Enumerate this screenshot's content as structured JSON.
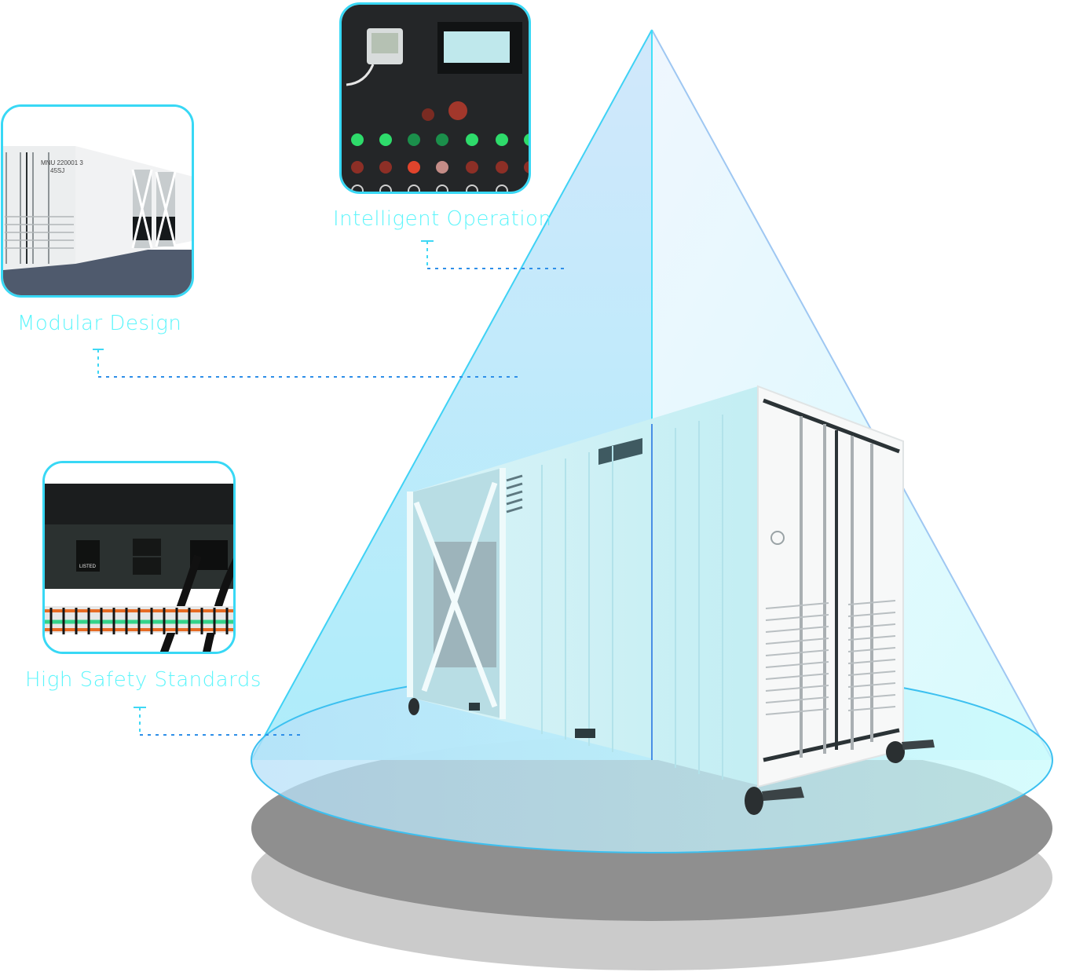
{
  "features": [
    {
      "label": "Intelligent Operation",
      "thumbnail": "control-panel-photo"
    },
    {
      "label": "Modular Design",
      "thumbnail": "container-exterior-photo"
    },
    {
      "label": "High Safety Standards",
      "thumbnail": "pdu-cabling-photo"
    }
  ],
  "product": {
    "name": "container-unit",
    "door_marking": "MNU 220001 3",
    "door_code": "45SJ"
  },
  "colors": {
    "accent_cyan": "#5cf5fb",
    "border_cyan": "#38d8f5",
    "line_blue": "#1e6fe0",
    "cone_left": "#c8e6fb",
    "cone_right": "#eef7fe",
    "platform_dark": "#8c8c8c",
    "platform_light": "#c9c9c9"
  }
}
